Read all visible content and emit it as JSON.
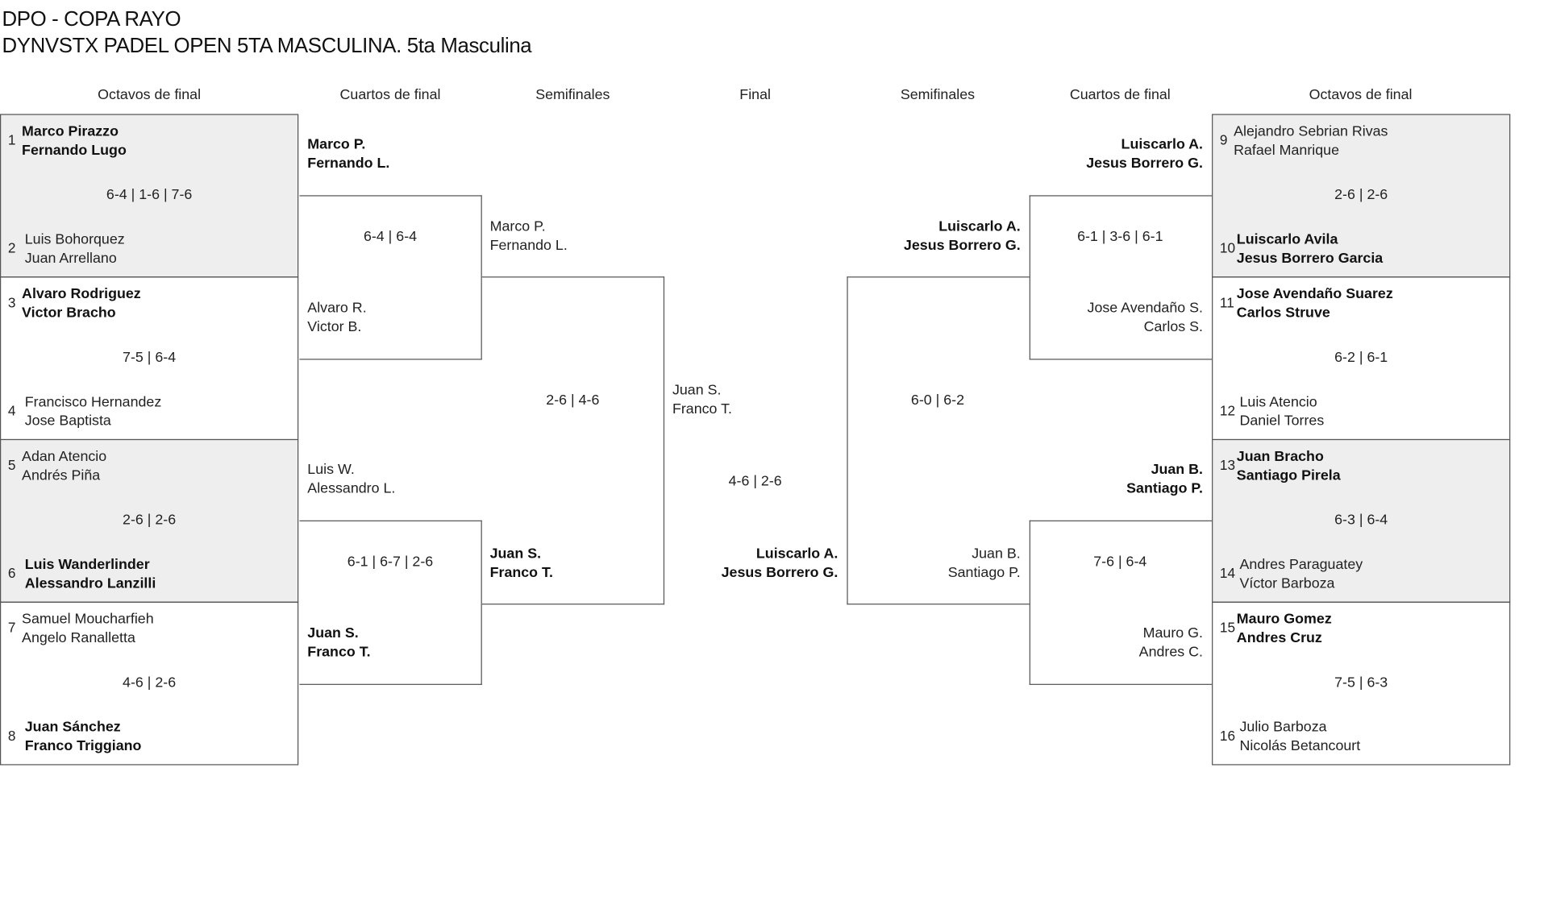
{
  "title": {
    "line1": "DPO - COPA RAYO",
    "line2": "DYNVSTX PADEL OPEN 5TA MASCULINA. 5ta Masculina"
  },
  "headers": [
    "Octavos de final",
    "Cuartos de final",
    "Semifinales",
    "Final",
    "Semifinales",
    "Cuartos de final",
    "Octavos de final"
  ],
  "octavos_left": [
    {
      "seed1": "1",
      "team1": [
        "Marco Pirazzo",
        "Fernando Lugo"
      ],
      "seed2": "2",
      "team2": [
        "Luis Bohorquez",
        "Juan Arrellano"
      ],
      "winner": 1,
      "score": "6-4 | 1-6 | 7-6"
    },
    {
      "seed1": "3",
      "team1": [
        "Alvaro Rodriguez",
        "Victor Bracho"
      ],
      "seed2": "4",
      "team2": [
        "Francisco Hernandez",
        "Jose Baptista"
      ],
      "winner": 1,
      "score": "7-5 | 6-4"
    },
    {
      "seed1": "5",
      "team1": [
        "Adan Atencio",
        "Andrés Piña"
      ],
      "seed2": "6",
      "team2": [
        "Luis Wanderlinder",
        "Alessandro Lanzilli"
      ],
      "winner": 2,
      "score": "2-6 | 2-6"
    },
    {
      "seed1": "7",
      "team1": [
        "Samuel Moucharfieh",
        "Angelo Ranalletta"
      ],
      "seed2": "8",
      "team2": [
        "Juan Sánchez",
        "Franco Triggiano"
      ],
      "winner": 2,
      "score": "4-6 | 2-6"
    }
  ],
  "octavos_right": [
    {
      "seed1": "9",
      "team1": [
        "Alejandro Sebrian Rivas",
        "Rafael Manrique"
      ],
      "seed2": "10",
      "team2": [
        "Luiscarlo Avila",
        "Jesus Borrero Garcia"
      ],
      "winner": 2,
      "score": "2-6 | 2-6"
    },
    {
      "seed1": "11",
      "team1": [
        "Jose Avendaño Suarez",
        "Carlos Struve"
      ],
      "seed2": "12",
      "team2": [
        "Luis Atencio",
        "Daniel Torres"
      ],
      "winner": 1,
      "score": "6-2 | 6-1"
    },
    {
      "seed1": "13",
      "team1": [
        "Juan Bracho",
        "Santiago Pirela"
      ],
      "seed2": "14",
      "team2": [
        "Andres Paraguatey",
        "Víctor Barboza"
      ],
      "winner": 1,
      "score": "6-3 | 6-4"
    },
    {
      "seed1": "15",
      "team1": [
        "Mauro Gomez",
        "Andres Cruz"
      ],
      "seed2": "16",
      "team2": [
        "Julio Barboza",
        "Nicolás Betancourt"
      ],
      "winner": 1,
      "score": "7-5 | 6-3"
    }
  ],
  "cuartos_left": [
    {
      "team1": [
        "Marco P.",
        "Fernando L."
      ],
      "team2": [
        "Alvaro R.",
        "Victor B."
      ],
      "winner": 1,
      "score": "6-4 | 6-4"
    },
    {
      "team1": [
        "Luis W.",
        "Alessandro L."
      ],
      "team2": [
        "Juan S.",
        "Franco T."
      ],
      "winner": 2,
      "score": "6-1 | 6-7 | 2-6"
    }
  ],
  "cuartos_right": [
    {
      "team1": [
        "Luiscarlo A.",
        "Jesus Borrero G."
      ],
      "team2": [
        "Jose Avendaño S.",
        "Carlos S."
      ],
      "winner": 1,
      "score": "6-1 | 3-6 | 6-1"
    },
    {
      "team1": [
        "Juan B.",
        "Santiago P."
      ],
      "team2": [
        "Mauro G.",
        "Andres C."
      ],
      "winner": 1,
      "score": "7-6 | 6-4"
    }
  ],
  "semis_left": {
    "team1": [
      "Marco P.",
      "Fernando L."
    ],
    "team2": [
      "Juan S.",
      "Franco T."
    ],
    "winner": 2,
    "score": "2-6 | 4-6"
  },
  "semis_right": {
    "team1": [
      "Luiscarlo A.",
      "Jesus Borrero G."
    ],
    "team2": [
      "Juan B.",
      "Santiago P."
    ],
    "winner": 1,
    "score": "6-0 | 6-2"
  },
  "final": {
    "team1": [
      "Juan S.",
      "Franco T."
    ],
    "team2": [
      "Luiscarlo A.",
      "Jesus Borrero G."
    ],
    "winner": 2,
    "score": "4-6 | 2-6"
  },
  "colors": {
    "shaded": "#eeeeee",
    "border": "#555555"
  }
}
